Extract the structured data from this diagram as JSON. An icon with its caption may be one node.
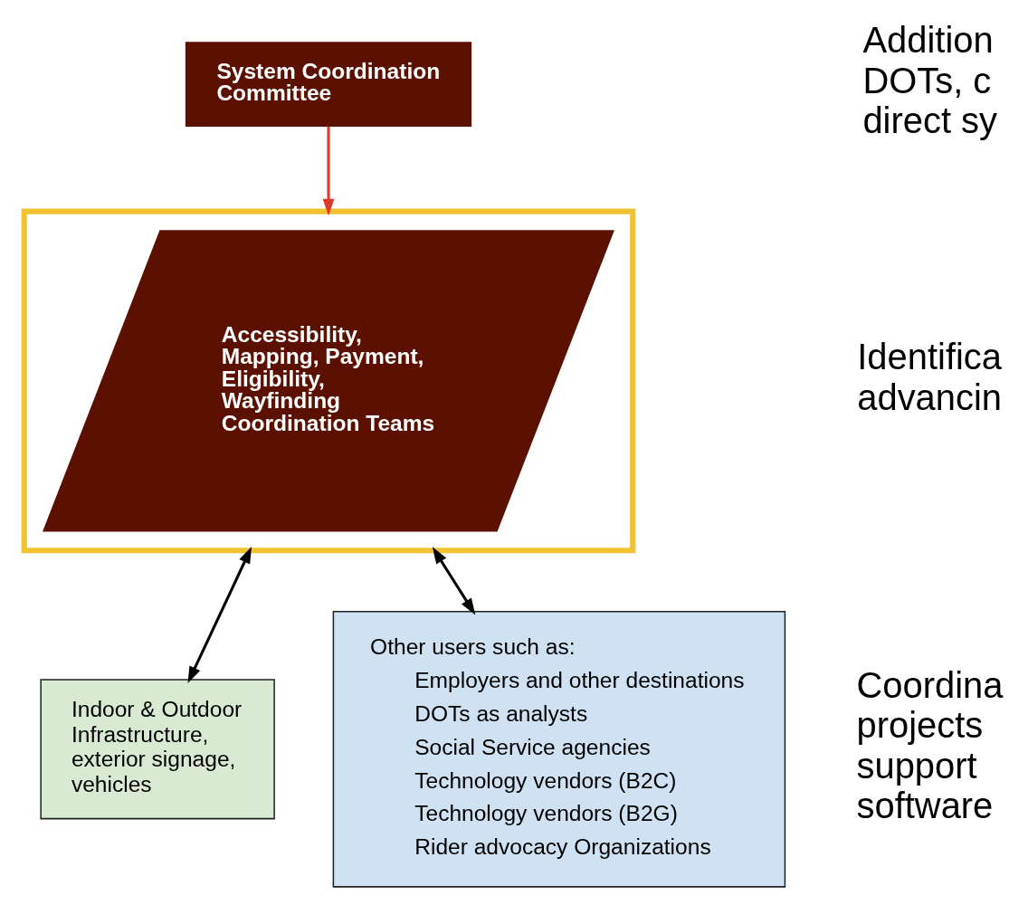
{
  "diagram": {
    "nodes": [
      {
        "text": [
          "System Coordination Committee"
        ]
      },
      {
        "text": [],
        "shape": "box"
      },
      {
        "text": [
          "Accessibility, Mapping, Payment, Eligibility, Wayfinding Coordination Teams"
        ],
        "in": 1
      },
      {
        "text": [
          "Indoor & Outdoor Infrastructure, exterior signage, vehicles"
        ]
      },
      {
        "text": [
          "Other users such as:",
          "Employers and other destinations",
          "DOTs as analysts",
          "Social Service agencies",
          "Technology vendors (B2C)",
          "Technology vendors (B2G)",
          "Rider advocacy Organizations"
        ]
      }
    ],
    "edges": [
      {
        "from": 0,
        "to": 1,
        "arrow": "to",
        "color": "#e0392b"
      },
      {
        "from": 1,
        "to": 3,
        "arrow": "both"
      },
      {
        "from": 1,
        "to": 4,
        "arrow": "both"
      }
    ],
    "labels": [
      "Addition DOTs, c direct sy",
      "Identifica advancin",
      "Coordina projects support software"
    ]
  }
}
